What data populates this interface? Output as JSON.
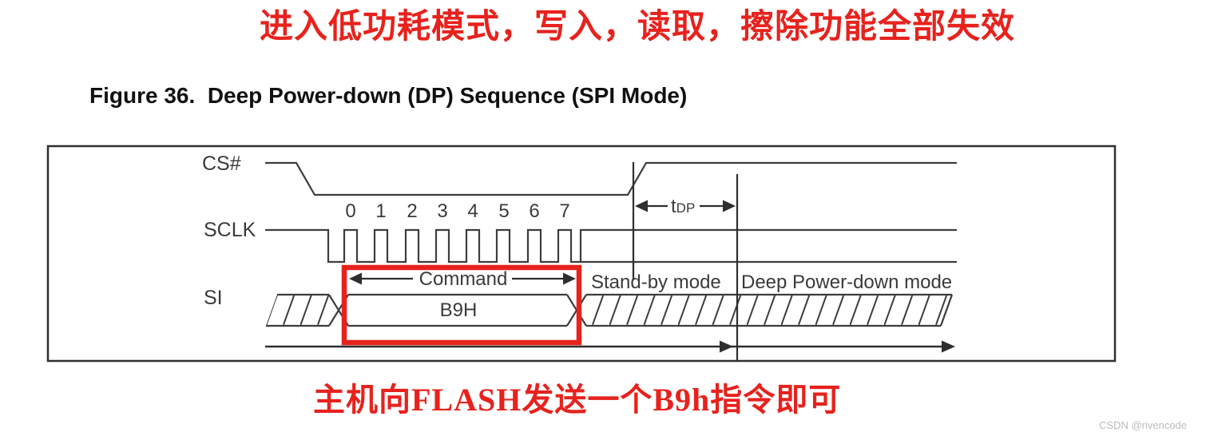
{
  "page": {
    "top_note": "进入低功耗模式，写入，读取，擦除功能全部失效",
    "bottom_note": "主机向FLASH发送一个B9h指令即可",
    "note_color": "#e7221d",
    "watermark": "CSDN @rivencode"
  },
  "figure": {
    "title": "Figure 36.  Deep Power-down (DP) Sequence (SPI Mode)"
  },
  "diagram": {
    "line_color": "#3d3d3d",
    "highlight_box_color": "#e7221d",
    "signals": {
      "cs": "CS#",
      "sclk": "SCLK",
      "si": "SI"
    },
    "clock_numbers": [
      "0",
      "1",
      "2",
      "3",
      "4",
      "5",
      "6",
      "7"
    ],
    "command_label": "Command",
    "command_value": "B9H",
    "timing": {
      "symbol": "t",
      "subscript": "DP"
    },
    "modes": {
      "standby": "Stand-by mode",
      "deep_power_down": "Deep Power-down mode"
    }
  }
}
